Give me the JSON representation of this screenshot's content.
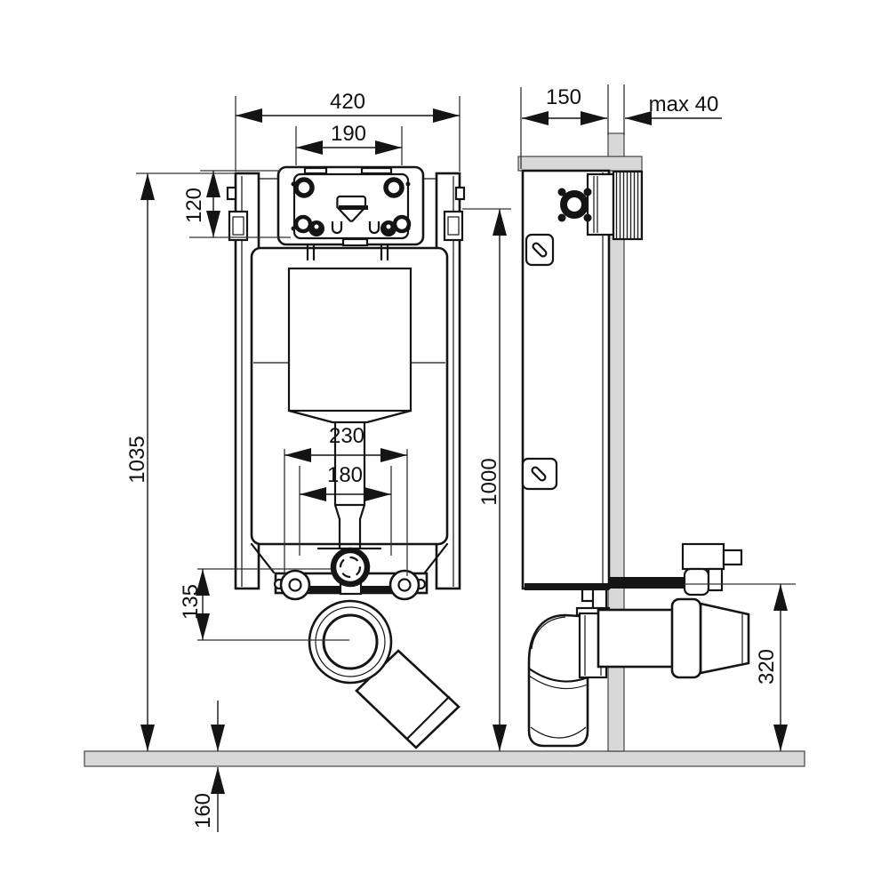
{
  "drawing": {
    "type": "technical-installation-diagram",
    "subject": "concealed-wc-cistern-frame",
    "units": "mm",
    "background": "#ffffff",
    "line_color": "#141414",
    "wall_fill": "#d8d8d8",
    "views": {
      "front": {
        "name": "front-view"
      },
      "side": {
        "name": "side-view"
      }
    },
    "dimensions": {
      "frame_width": "420",
      "opening_width": "190",
      "opening_height": "120",
      "frame_height": "1035",
      "bolt_spacing_outer": "230",
      "bolt_spacing_inner": "180",
      "outlet_offset": "135",
      "below_floor": "160",
      "bracket_height": "1000",
      "frame_depth": "150",
      "wall_finish": "max 40",
      "flush_pipe_height": "320"
    }
  }
}
